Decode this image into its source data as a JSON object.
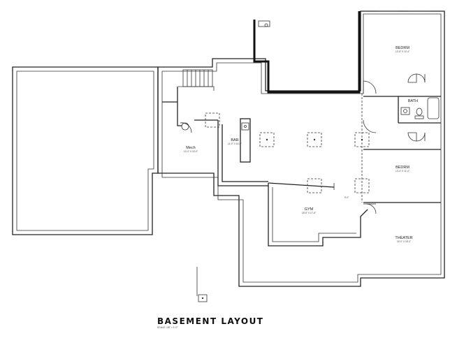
{
  "plan": {
    "title": "BASEMENT LAYOUT",
    "scale": "SCALE: 1/8\" = 1'-0\"",
    "rooms": [
      {
        "key": "bedrm_top",
        "name": "BEDRM",
        "dims": "13'-8\" X 13'-4\""
      },
      {
        "key": "bath",
        "name": "BATH",
        "dims": ""
      },
      {
        "key": "bar",
        "name": "BAR",
        "dims": "11'-0\" X 16'-0\""
      },
      {
        "key": "mech",
        "name": "Mech",
        "dims": "10'-0\" X 15'-0\""
      },
      {
        "key": "bedrm_mid",
        "name": "BEDRM",
        "dims": "13'-4\" X 11'-4\""
      },
      {
        "key": "gym",
        "name": "GYM",
        "dims": "18'-6\" X 17'-8\""
      },
      {
        "key": "theater",
        "name": "THEATER",
        "dims": "16'-0\" X 18'-0\""
      }
    ],
    "door_note": "9'-0\""
  }
}
